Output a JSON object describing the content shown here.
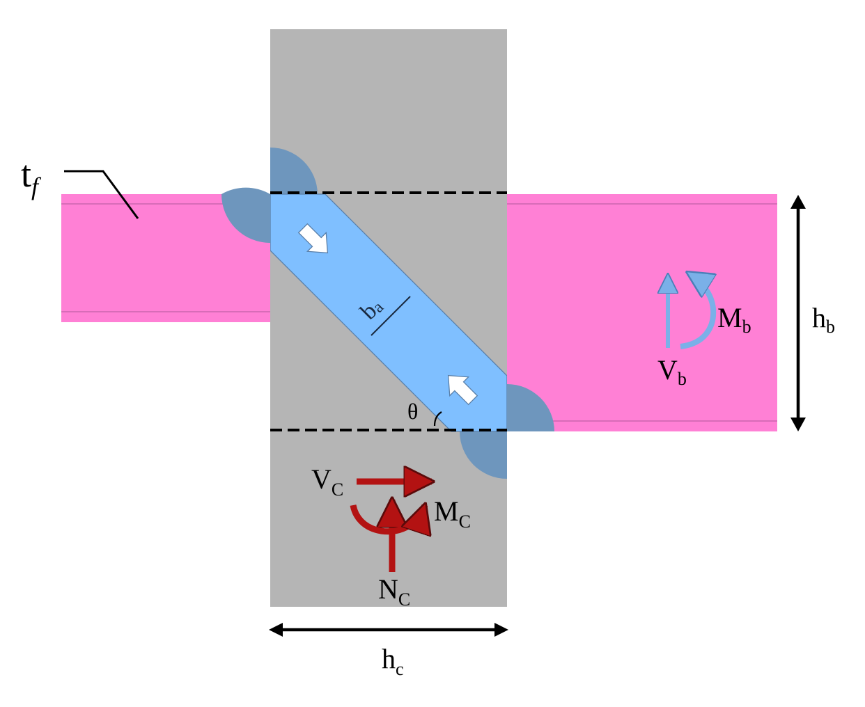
{
  "labels": {
    "tf_main": "t",
    "tf_sub": "f",
    "ba_main": "b",
    "ba_sub": "a",
    "theta": "θ",
    "mb_main": "M",
    "mb_sub": "b",
    "vb_main": "V",
    "vb_sub": "b",
    "hb_main": "h",
    "hb_sub": "b",
    "vc_main": "V",
    "vc_sub": "C",
    "mc_main": "M",
    "mc_sub": "C",
    "nc_main": "N",
    "nc_sub": "C",
    "hc_main": "h",
    "hc_sub": "c"
  },
  "colors": {
    "column": "#b5b5b5",
    "beam": "#ff80d5",
    "beam_line": "#c060a8",
    "strut": "#7fbfff",
    "strut_edge": "#5a7fa8",
    "node": "#6e96bd",
    "column_force": "#b31212",
    "beam_force": "#7ab0e8",
    "ink": "#000000"
  }
}
